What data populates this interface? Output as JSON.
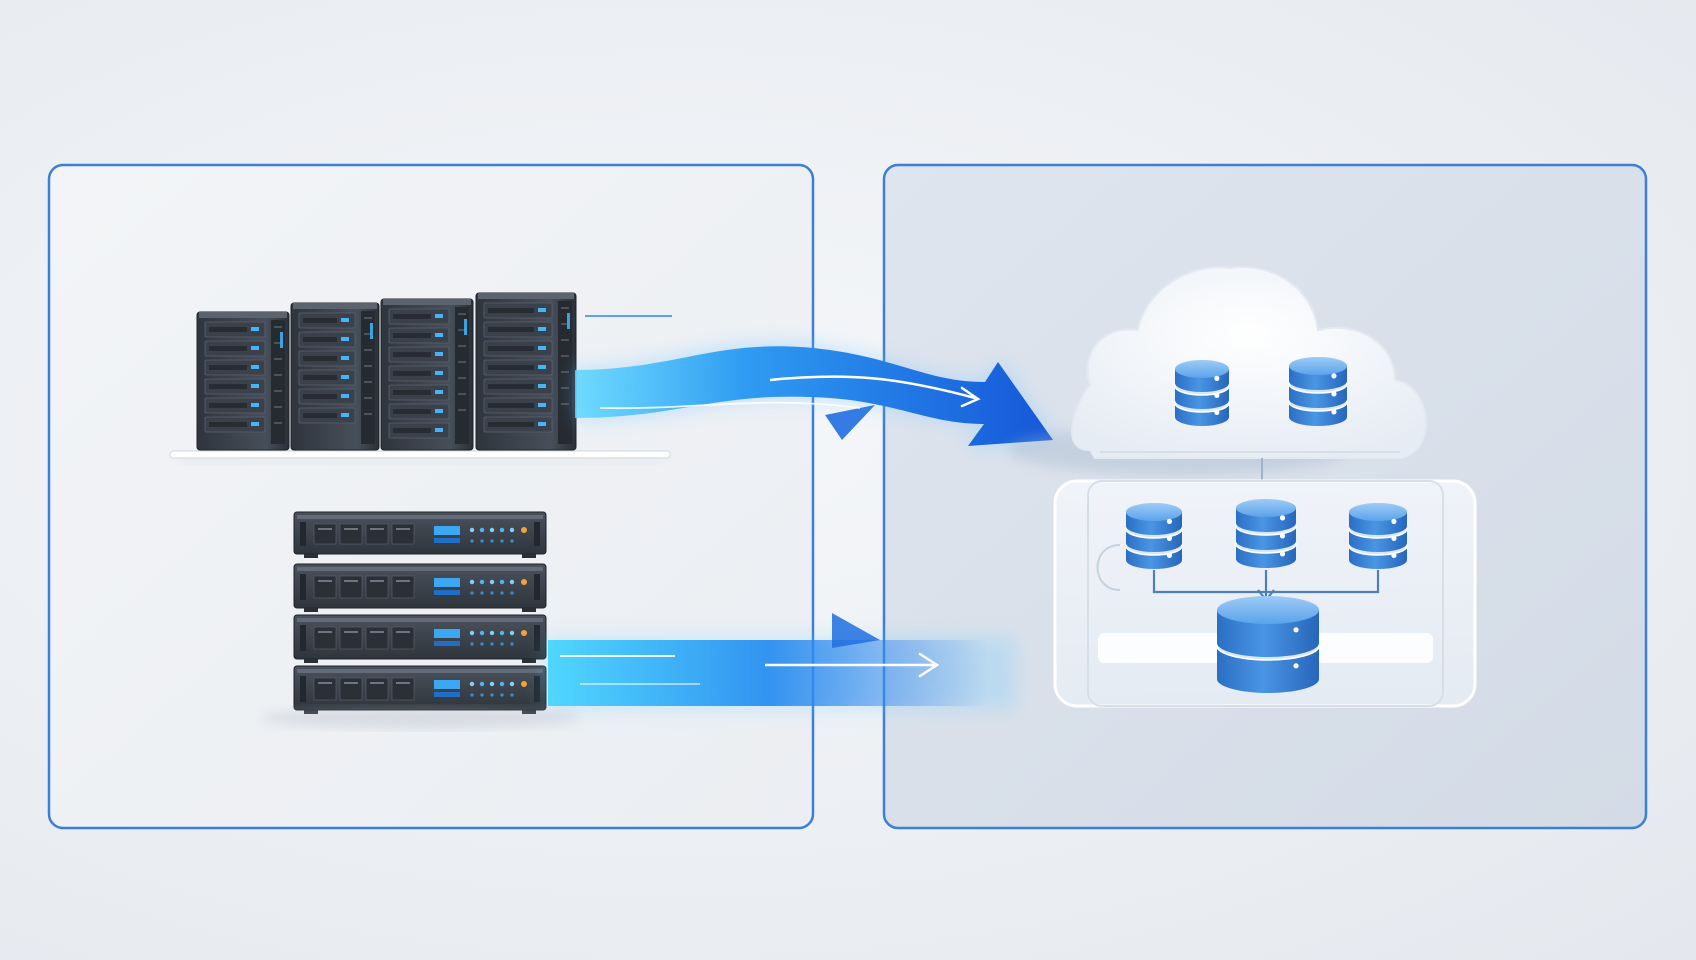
{
  "diagram": {
    "kind": "infrastructure migration illustration",
    "source_panel": {
      "contents": [
        "server-rack-group",
        "rack-server-stack"
      ]
    },
    "target_panel": {
      "contents": [
        "cloud-with-databases",
        "database-cluster-with-primary"
      ]
    },
    "flows": [
      {
        "from": "server-rack-group",
        "to": "cloud-with-databases",
        "style": "curved-arrow"
      },
      {
        "from": "rack-server-stack",
        "to": "database-cluster-with-primary",
        "style": "straight-arrow"
      }
    ],
    "colors": {
      "accent": "#1f6fe0",
      "accent_light": "#38c4f5",
      "panel_border": "#3b7fd6",
      "server_body": "#3a414b",
      "database_blue": "#3a86d8",
      "cloud_white": "#ffffff"
    }
  }
}
